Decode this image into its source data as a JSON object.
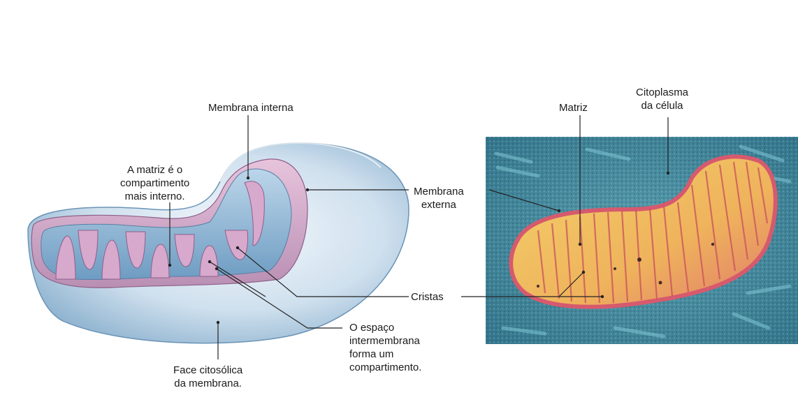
{
  "diagram": {
    "labels": {
      "membrana_interna": "Membrana interna",
      "matriz_desc": [
        "A matriz é o",
        "compartimento",
        "mais interno."
      ],
      "membrana_externa": [
        "Membrana",
        "externa"
      ],
      "cristas": "Cristas",
      "espaco_intermembrana": [
        "O espaço",
        "intermembrana",
        "forma um",
        "compartimento."
      ],
      "face_citosolica": [
        "Face citosólica",
        "da membrana."
      ],
      "matriz": "Matriz",
      "citoplasma": [
        "Citoplasma",
        "da célula"
      ]
    }
  }
}
